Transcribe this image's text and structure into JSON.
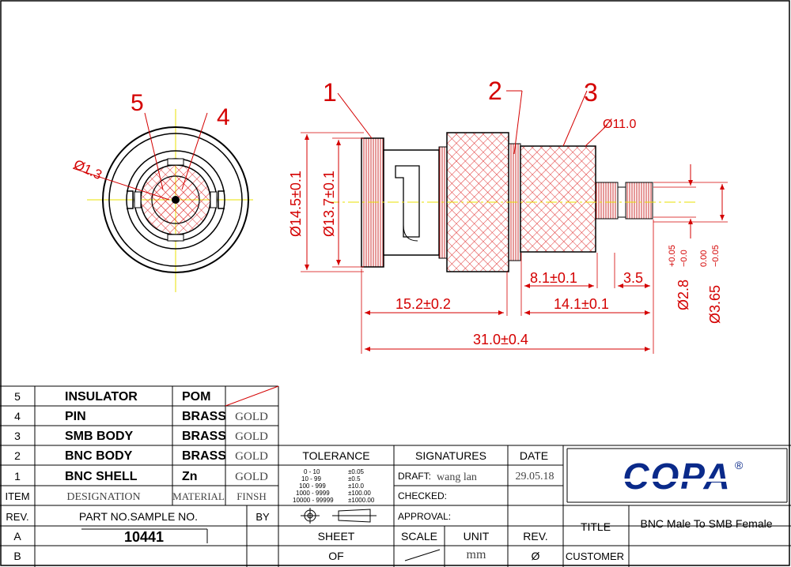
{
  "drawing": {
    "callouts": {
      "c1": "1",
      "c2": "2",
      "c3": "3",
      "c4": "4",
      "c5": "5"
    },
    "dims": {
      "d_pin": "Ø1.3",
      "d_body": "Ø11.0",
      "d_shell_outer": "Ø14.5±0.1",
      "d_shell_inner": "Ø13.7±0.1",
      "len_152": "15.2±0.2",
      "len_141": "14.1±0.1",
      "len_81": "8.1±0.1",
      "len_35": "3.5",
      "len_310": "31.0±0.4",
      "d_28": "Ø2.8",
      "d_28_tol_top": "+0.05",
      "d_28_tol_bot": "−0.0",
      "d_365": "Ø3.65",
      "d_365_tol_top": "0.00",
      "d_365_tol_bot": "−0.05"
    }
  },
  "bom": {
    "rows": [
      {
        "item": "5",
        "designation": "INSULATOR",
        "material": "POM",
        "finish": ""
      },
      {
        "item": "4",
        "designation": "PIN",
        "material": "BRASS",
        "finish": "GOLD"
      },
      {
        "item": "3",
        "designation": "SMB BODY",
        "material": "BRASS",
        "finish": "GOLD"
      },
      {
        "item": "2",
        "designation": "BNC BODY",
        "material": "BRASS",
        "finish": "GOLD"
      },
      {
        "item": "1",
        "designation": "BNC SHELL",
        "material": "Zn",
        "finish": "GOLD"
      }
    ],
    "header": {
      "item": "ITEM",
      "designation": "DESIGNATION",
      "material": "MATERIAL",
      "finish": "FINSH"
    }
  },
  "part": {
    "rev_label": "REV.",
    "partno_label": "PART NO.SAMPLE NO.",
    "by_label": "BY",
    "rev_a": "A",
    "rev_b": "B",
    "partno": "10441"
  },
  "tolerance": {
    "title": "TOLERANCE",
    "rows": [
      {
        "range": "0 - 10",
        "tol": "±0.05"
      },
      {
        "range": "10 - 99",
        "tol": "±0.5"
      },
      {
        "range": "100 - 999",
        "tol": "±10.0"
      },
      {
        "range": "1000 - 9999",
        "tol": "±100.00"
      },
      {
        "range": "10000 - 99999",
        "tol": "±1000.00"
      }
    ]
  },
  "signatures": {
    "title": "SIGNATURES",
    "date_title": "DATE",
    "draft_label": "DRAFT:",
    "draft_name": "wang lan",
    "draft_date": "29.05.18",
    "checked_label": "CHECKED:",
    "approval_label": "APPROVAL:"
  },
  "sheet": {
    "sheet_label": "SHEET",
    "of_label": "OF",
    "scale_label": "SCALE",
    "unit_label": "UNIT",
    "unit_value": "mm",
    "rev_label": "REV.",
    "rev_value": "Ø"
  },
  "title_block": {
    "logo": "COPA",
    "logo_mark": "®",
    "title_label": "TITLE",
    "title_value": "BNC Male To SMB Female",
    "customer_label": "CUSTOMER"
  },
  "colors": {
    "accent": "#d40000",
    "hatch": "#e03030",
    "centerline": "#e8e000",
    "logo": "#0a2a8a"
  }
}
